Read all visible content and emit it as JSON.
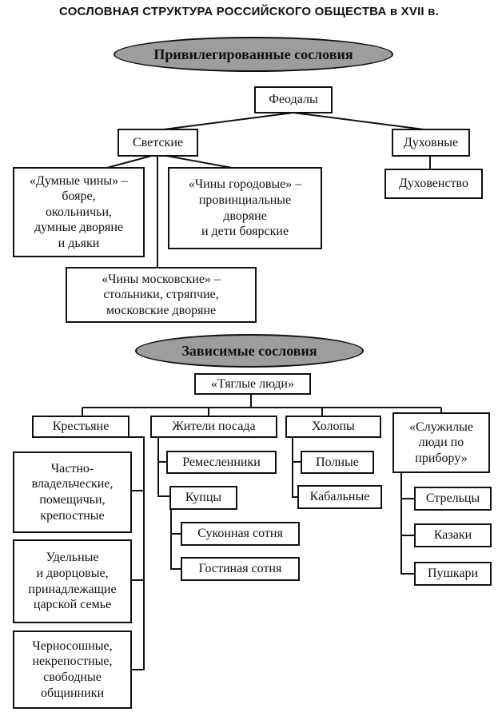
{
  "title": "СОСЛОВНАЯ СТРУКТУРА РОССИЙСКОГО ОБЩЕСТВА в XVII в.",
  "privileged": {
    "header": "Привилегированные сословия",
    "feudals": "Феодалы",
    "secular": "Светские",
    "spiritual": "Духовные",
    "clergy": "Духовенство",
    "duma_ranks": "«Думные чины» –\nбояре,\nокольничьи,\nдумные дворяне\nи дьяки",
    "city_ranks": "«Чины городовые» –\nпровинциальные\nдворяне\nи дети боярские",
    "moscow_ranks": "«Чины  московские» –\nстольники,  стряпчие,\nмосковские дворяне"
  },
  "dependent": {
    "header": "Зависимые сословия",
    "tax_people": "«Тяглые люди»",
    "peasants": "Крестьяне",
    "peasants_private": "Частно-\nвладельческие,\nпомещичьи,\nкрепостные",
    "peasants_palace": "Удельные\nи дворцовые,\nпринадлежащие\nцарской семье",
    "peasants_black": "Черносошные,\nнекрепостные,\nсвободные\nобщинники",
    "posad": "Жители посада",
    "artisans": "Ремесленники",
    "merchants": "Купцы",
    "cloth_hundred": "Суконная сотня",
    "guest_hundred": "Гостиная сотня",
    "serfs": "Холопы",
    "full_serfs": "Полные",
    "bonded_serfs": "Кабальные",
    "service_people": "«Служилые\nлюди по\nприбору»",
    "streltsy": "Стрельцы",
    "cossacks": "Казаки",
    "gunners": "Пушкари"
  }
}
